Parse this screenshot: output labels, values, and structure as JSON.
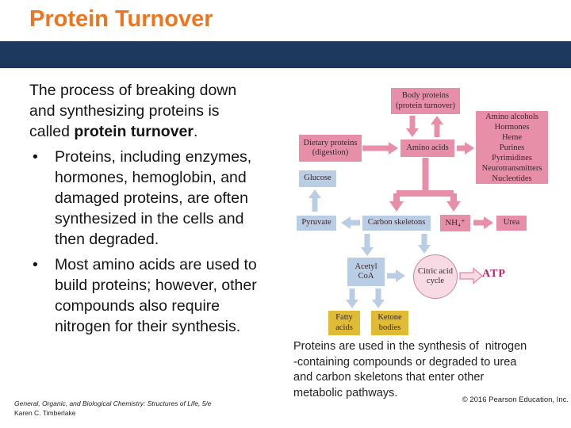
{
  "slide": {
    "title": "Protein Turnover",
    "body": {
      "intro_pre": "The process of breaking down\nand synthesizing proteins is\ncalled ",
      "intro_bold": "protein turnover",
      "intro_post": ".",
      "bullet_marker": "•",
      "bullets": [
        "Proteins, including enzymes,\nhormones, hemoglobin, and\ndamaged proteins, are often\nsynthesized in the cells and\nthen degraded.",
        "Most amino acids are used to\nbuild proteins; however, other\ncompounds also require\nnitrogen for their synthesis."
      ]
    },
    "caption": "Proteins are used in the synthesis of  nitrogen\n-containing compounds or degraded to urea\nand carbon skeletons that enter other\nmetabolic pathways.",
    "footer": {
      "book_title": "General, Organic, and Biological Chemistry: Structures of Life, 5/e",
      "author": "Karen C. Timberlake",
      "copyright": "© 2016 Pearson Education, Inc."
    }
  },
  "diagram": {
    "nodes": {
      "body_proteins": [
        "Body proteins",
        "(protein turnover)"
      ],
      "dietary_proteins": [
        "Dietary proteins",
        "(digestion)"
      ],
      "amino_acids": "Amino acids",
      "nitrogen_products": [
        "Amino alcohols",
        "Hormones",
        "Heme",
        "Purines",
        "Pyrimidines",
        "Neurotransmitters",
        "Nucleotides"
      ],
      "glucose": "Glucose",
      "pyruvate": "Pyruvate",
      "carbon_skeletons": "Carbon skeletons",
      "ammonium": "NH₄⁺",
      "urea": "Urea",
      "acetyl_coa": [
        "Acetyl",
        "CoA"
      ],
      "citric_acid_cycle": [
        "Citric acid",
        "cycle"
      ],
      "atp": "ATP",
      "fatty_acids": [
        "Fatty",
        "acids"
      ],
      "ketone_bodies": [
        "Ketone",
        "bodies"
      ]
    },
    "colors": {
      "title_orange": "#ee7520",
      "header_bar_navy": "#1d3a5e",
      "pink_box": "#e78fa9",
      "blue_box": "#b9cde4",
      "gold_box": "#e0bb35",
      "citric_circle_fill": "#f7dae3",
      "atp_text": "#c01f6a"
    }
  }
}
